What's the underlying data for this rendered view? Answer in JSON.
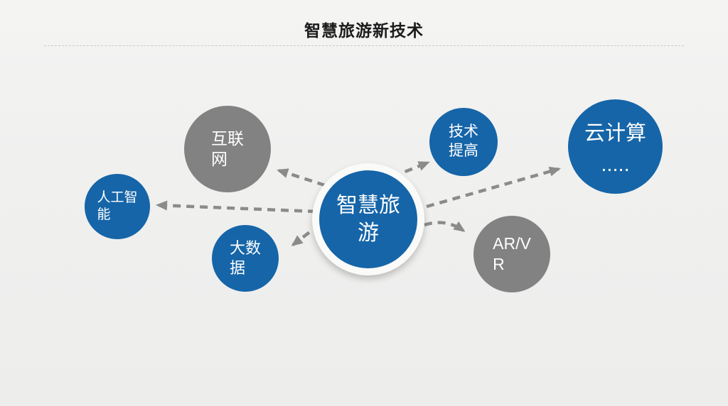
{
  "slide": {
    "title": "智慧旅游新技术"
  },
  "colors": {
    "node_blue": "#1565a8",
    "node_gray": "#828282",
    "connector_gray": "#8b8b8b",
    "background": "#f0f0ef",
    "node_text": "#ffffff"
  },
  "center_node": {
    "label": "智慧旅游",
    "lines": [
      "智慧旅",
      "游"
    ]
  },
  "nodes": [
    {
      "label": "互联网",
      "lines": [
        "互联",
        "网"
      ]
    },
    {
      "label": "人工智能",
      "lines": [
        "人工智",
        "能"
      ]
    },
    {
      "label": "大数据",
      "lines": [
        "大数",
        "据"
      ]
    },
    {
      "label": "技术提高",
      "lines": [
        "技术",
        "提高"
      ]
    },
    {
      "label": "云计算",
      "lines": [
        "云计算",
        "....."
      ]
    },
    {
      "label": "AR/VR",
      "lines": [
        "AR/V",
        "R"
      ]
    }
  ]
}
